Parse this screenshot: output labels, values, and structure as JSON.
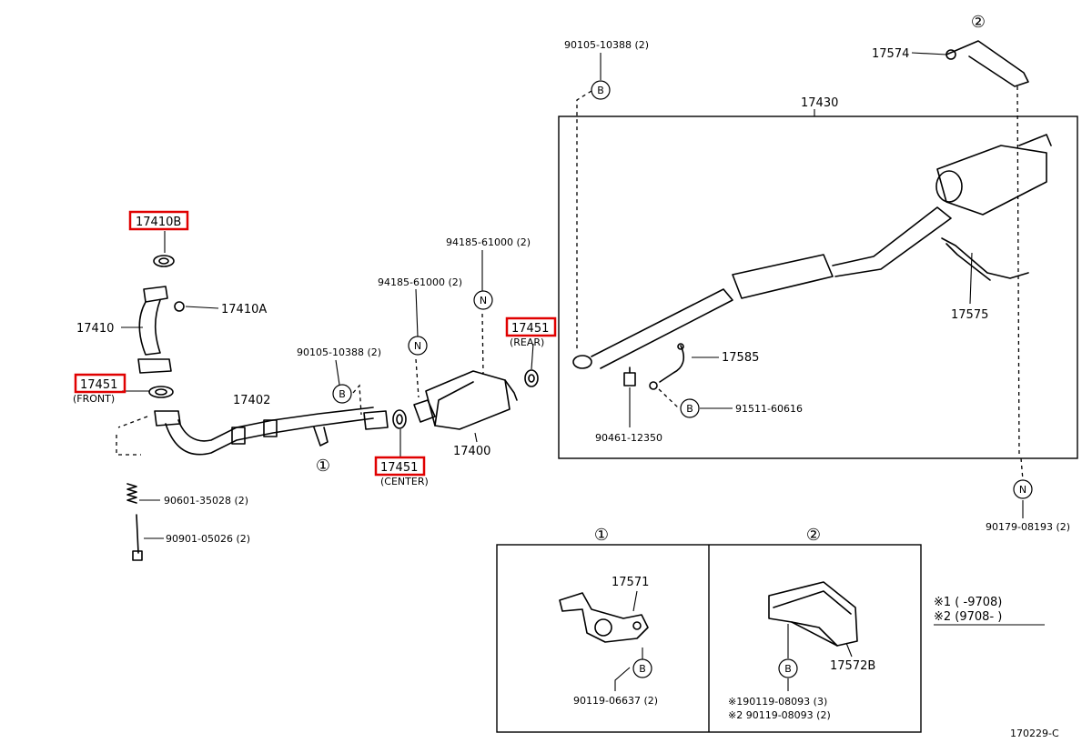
{
  "labels": {
    "p17410B": "17410B",
    "p17410A": "17410A",
    "p17410": "17410",
    "p17451_front": "17451",
    "front": "(FRONT)",
    "p17402": "17402",
    "p90105_10388_a": "90105-10388 (2)",
    "p94185_61000_a": "94185-61000 (2)",
    "p94185_61000_b": "94185-61000 (2)",
    "p17451_rear": "17451",
    "rear": "(REAR)",
    "p17400": "17400",
    "p17451_center": "17451",
    "center": "(CENTER)",
    "p90601_35028": "90601-35028 (2)",
    "p90901_05026": "90901-05026 (2)",
    "p90105_10388_b": "90105-10388 (2)",
    "p17430": "17430",
    "p17574": "17574",
    "p17575": "17575",
    "p17585": "17585",
    "p91511_60616": "91511-60616",
    "p90461_12350": "90461-12350",
    "p90179_08193": "90179-08193 (2)",
    "p17571": "17571",
    "p90119_06637": "90119-06637 (2)",
    "p17572B": "17572B",
    "p90119_08093_1": "※190119-08093 (3)",
    "p90119_08093_2": "※2 90119-08093 (2)",
    "note1": "※1 (        -9708)",
    "note2": "※2 (9708-        )",
    "diagram_code": "170229-C",
    "callout_1": "①",
    "callout_2": "②",
    "letter_B": "B",
    "letter_N": "N"
  }
}
